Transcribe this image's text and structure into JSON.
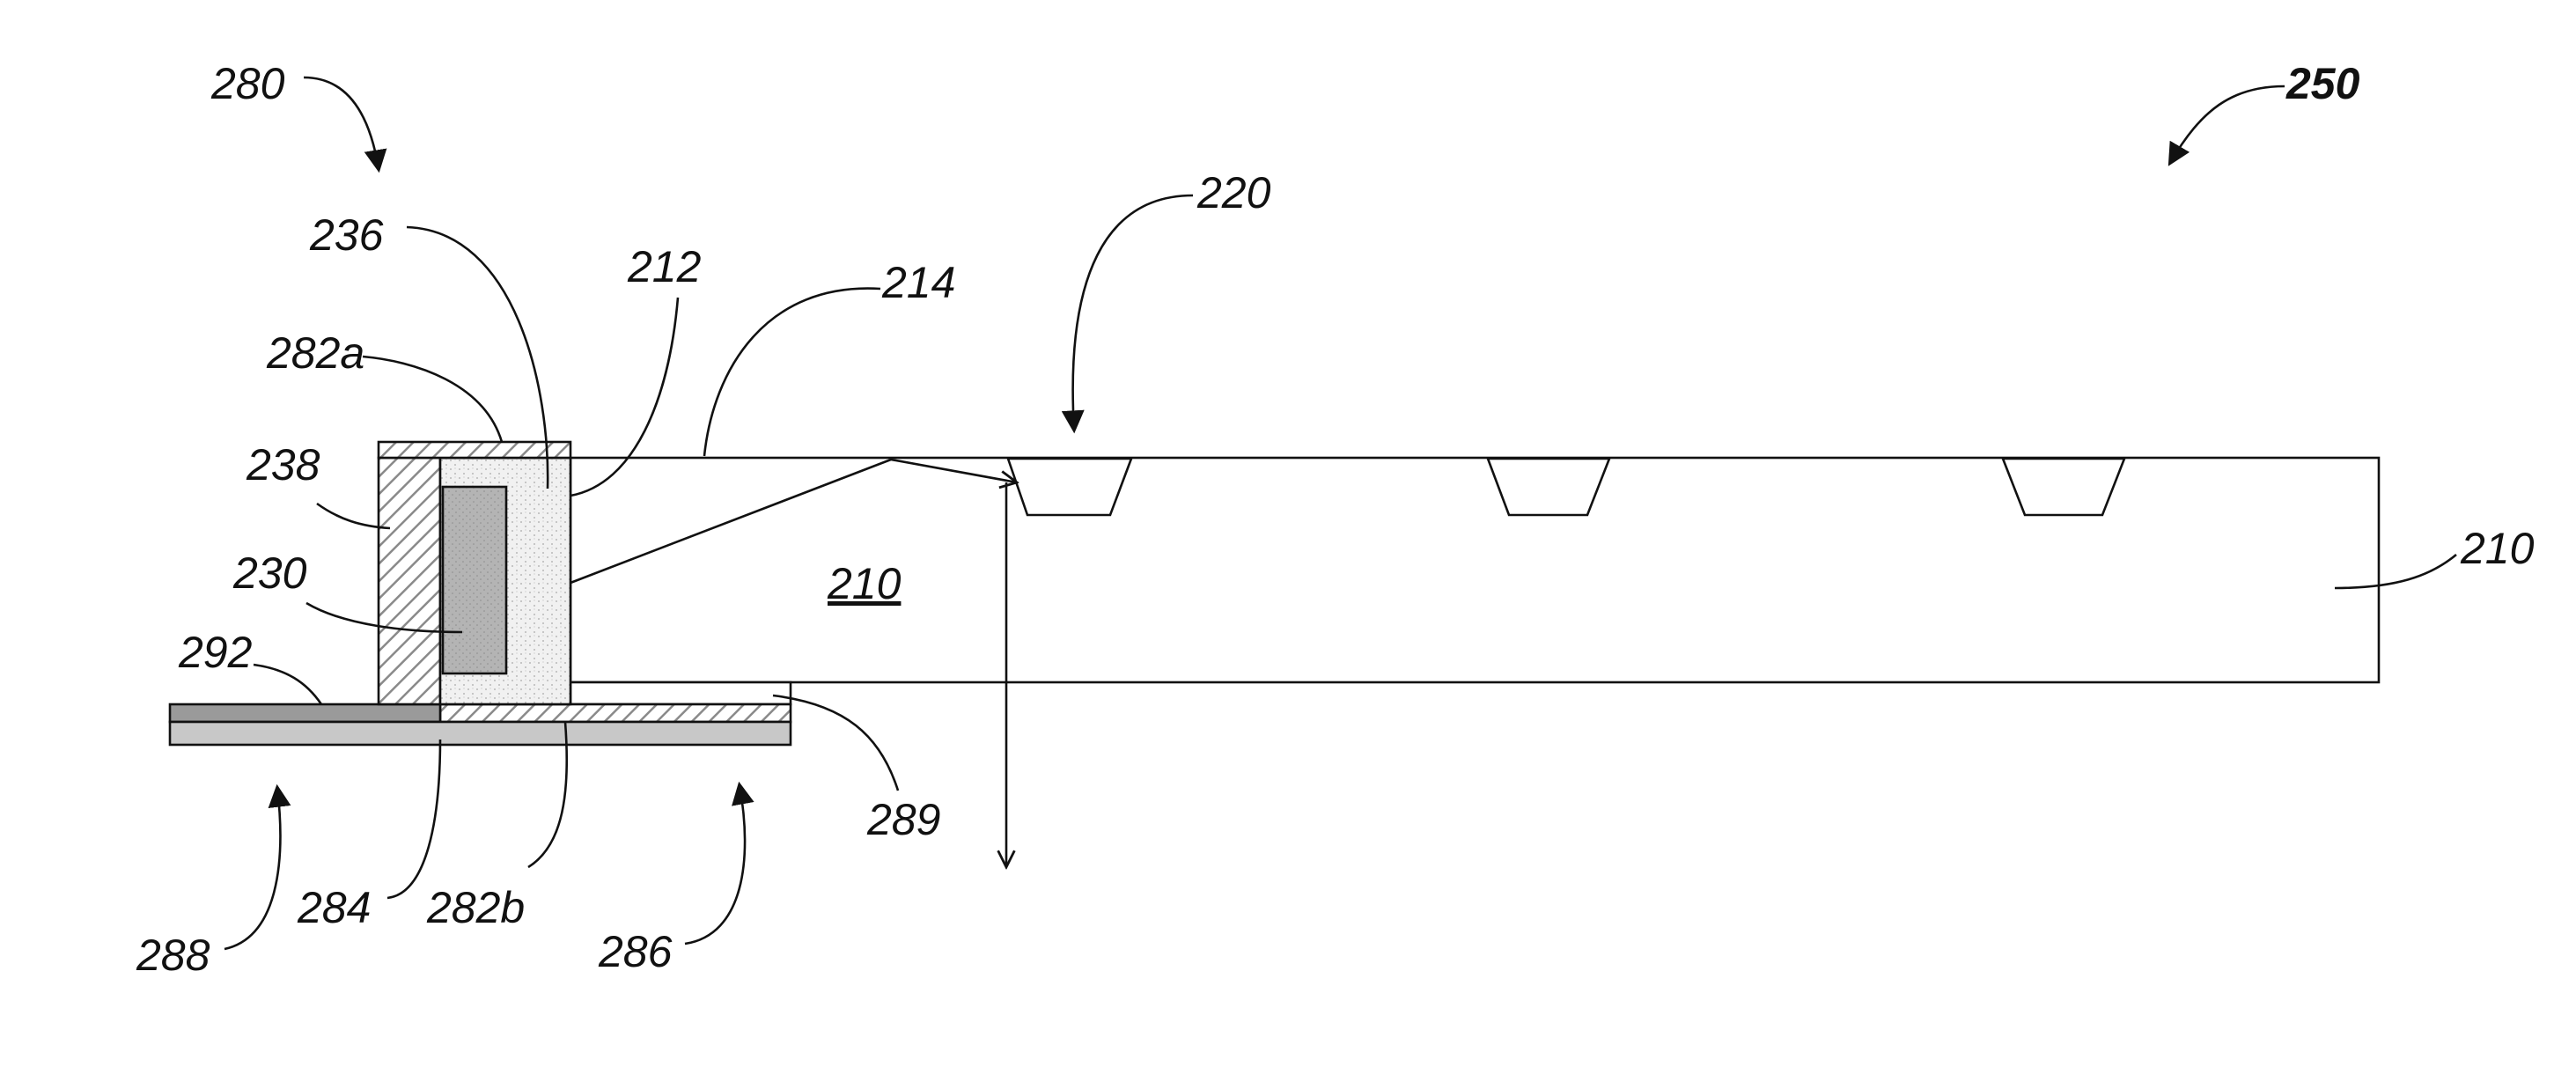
{
  "labels": {
    "n250": "250",
    "n280": "280",
    "n236": "236",
    "n212": "212",
    "n214": "214",
    "n220": "220",
    "n282a": "282a",
    "n238": "238",
    "n230": "230",
    "n210_inner": "210",
    "n210_right": "210",
    "n292": "292",
    "n289": "289",
    "n288": "288",
    "n284": "284",
    "n282b": "282b",
    "n286": "286"
  },
  "colors": {
    "line": "#111111",
    "hatch": "#8a8a8a",
    "light_diffuser": "#f1f1f1",
    "led": "#b4b4b4",
    "strip_dark": "#9a9a9a",
    "strip_light": "#c8c8c8"
  }
}
